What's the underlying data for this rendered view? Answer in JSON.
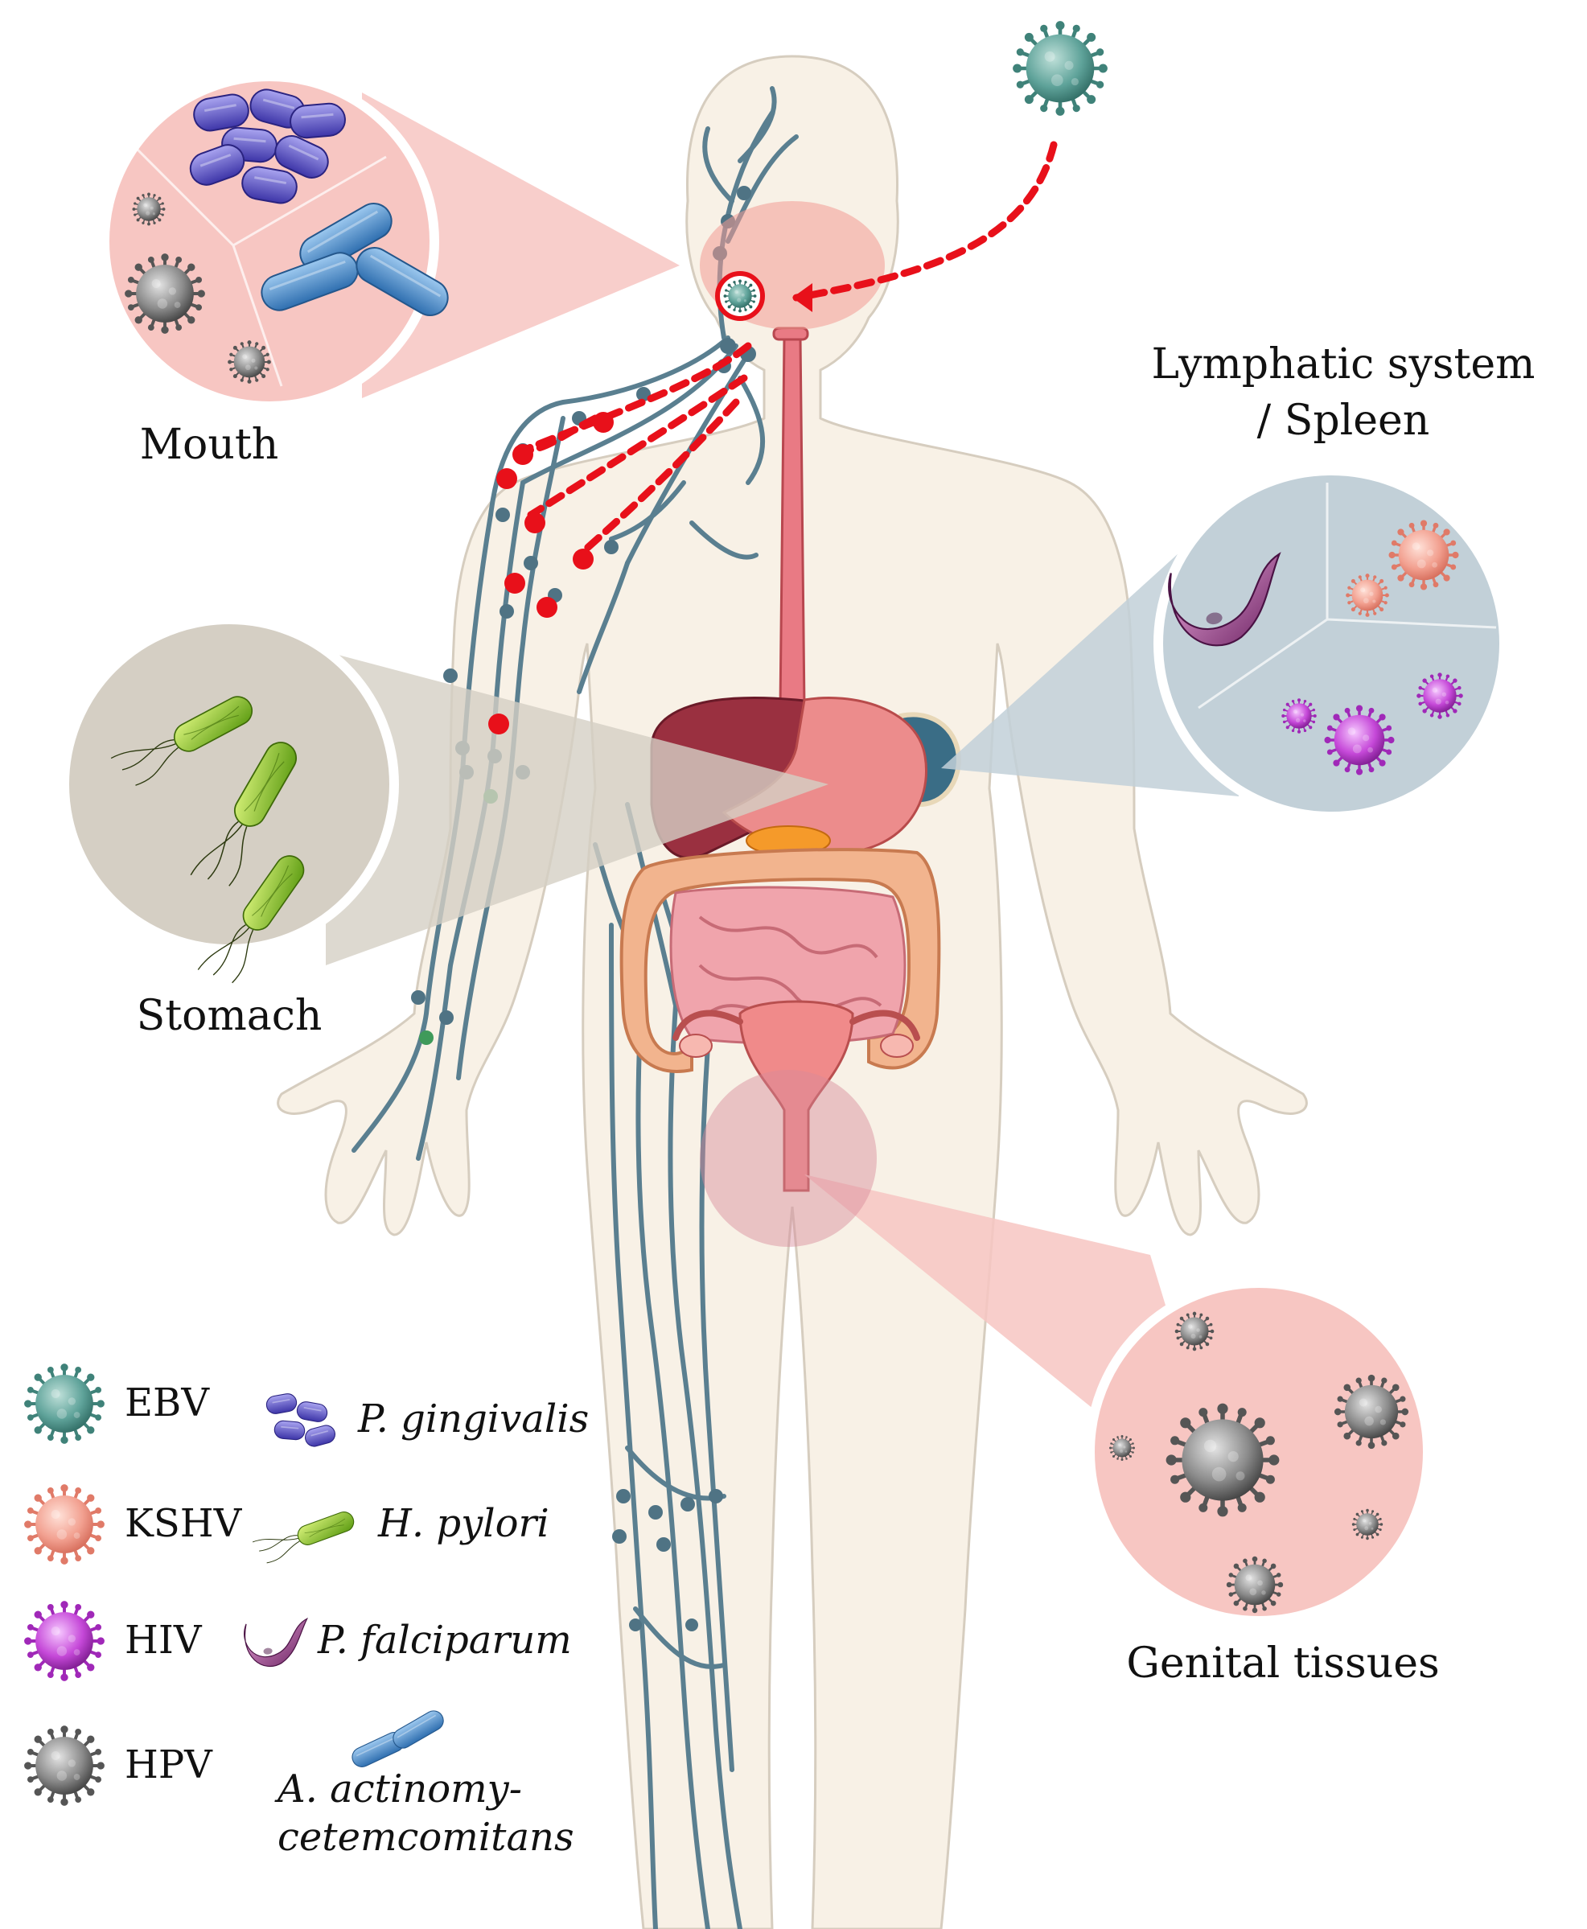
{
  "regions": {
    "mouth": "Mouth",
    "lymph_line1": "Lymphatic system",
    "lymph_line2": "/ Spleen",
    "stomach": "Stomach",
    "genital": "Genital tissues"
  },
  "legend": {
    "viruses": [
      {
        "name": "EBV",
        "color": "#5fa39a"
      },
      {
        "name": "KSHV",
        "color": "#f2a090"
      },
      {
        "name": "HIV",
        "color": "#c548d8"
      },
      {
        "name": "HPV",
        "color": "#7a7a7a"
      }
    ],
    "microbes": [
      {
        "name": "P. gingivalis",
        "color": "#5f5ac8"
      },
      {
        "name": "H. pylori",
        "color": "#8ccc2a"
      },
      {
        "name": "P. falciparum",
        "color": "#8a3a7a"
      },
      {
        "name_line1": "A. actinomy-",
        "name_line2": "cetemcomitans",
        "color": "#4a8fcf"
      }
    ]
  },
  "colors": {
    "body": "#f8f1e6",
    "body_outline": "#d8d0c4",
    "lymph": "#5a7f90",
    "infected_node": "#e8101a",
    "mouth_zoom": "#f7c6c2",
    "lymph_zoom": "#c2d0d8",
    "stomach_zoom": "#d5cfc4",
    "genital_zoom": "#f7c6c2"
  }
}
